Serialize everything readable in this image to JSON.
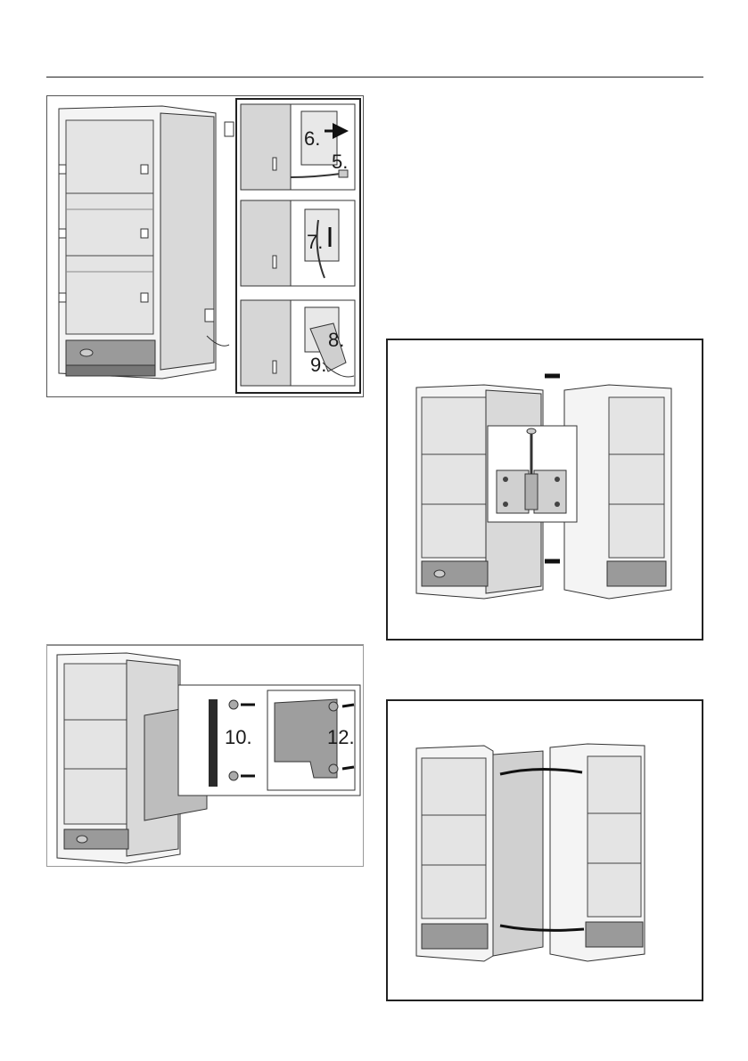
{
  "figures": {
    "fig1": {
      "steps": [
        "6.",
        "5.",
        "7.",
        "8.",
        "9."
      ]
    },
    "fig2": {
      "steps": [
        "10.",
        "12."
      ]
    }
  }
}
